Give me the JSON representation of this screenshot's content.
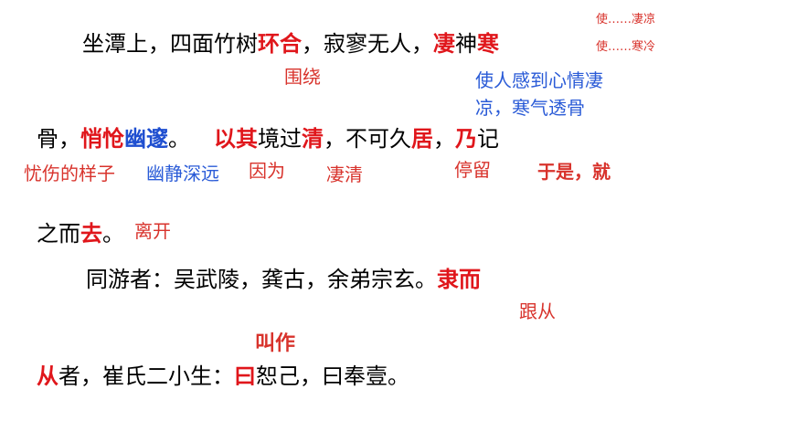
{
  "lines": {
    "l1": [
      "坐潭上，四面竹树",
      "环合",
      "，寂寥无人，",
      "凄",
      "神",
      "寒"
    ],
    "l2": [
      "骨，",
      "悄怆",
      "幽邃",
      "。",
      "以其",
      "境过",
      "清",
      "，不可久",
      "居",
      "，",
      "乃",
      "记"
    ],
    "l3": [
      "之而",
      "去",
      "。"
    ],
    "l4": [
      "同游者：吴武陵，龚古，余弟宗玄。",
      "隶而"
    ],
    "l5": [
      "从",
      "者，崔氏二小生：",
      "曰",
      "恕己，曰奉壹。"
    ]
  },
  "notes": {
    "shi_qiliang": "使……凄凉",
    "shi_hanleng": "使……寒冷",
    "weirao": "围绕",
    "qihan_1": "使人感到心情凄",
    "qihan_2": "凉，寒气透骨",
    "youshang": "忧伤的样子",
    "youjing": "幽静深远",
    "yinwei": "因为",
    "qingqing": "凄清",
    "tingliu": "停留",
    "yushi": "于是，就",
    "likai": "离开",
    "gencong": "跟从",
    "jiaozuo": "叫作"
  },
  "colors": {
    "text": "#000000",
    "highlight_red": "#e0161b",
    "highlight_blue": "#1f4fd0",
    "note_red": "#d8332c",
    "note_blue": "#2a5bd7"
  }
}
